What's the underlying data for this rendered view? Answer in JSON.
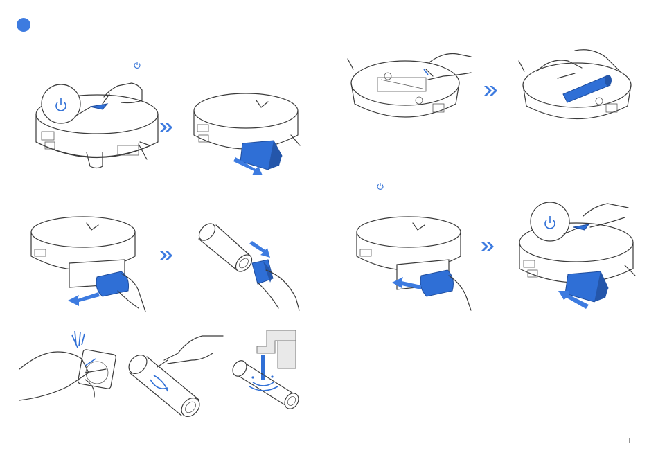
{
  "page": {
    "step_badge_color": "#3d7be0",
    "page_number": "I",
    "accent_color": "#2f6fd6"
  },
  "icons": {
    "power": "power-icon",
    "next": "double-chevron-right-icon"
  },
  "steps": [
    {
      "id": "power-off",
      "icon": "power-icon"
    },
    {
      "id": "remove-dustbin"
    },
    {
      "id": "pull-filter"
    },
    {
      "id": "remove-filter"
    },
    {
      "id": "clean-filter-brush"
    },
    {
      "id": "wipe-filter"
    },
    {
      "id": "rinse-filter"
    },
    {
      "id": "clean-roller-brush"
    },
    {
      "id": "reinstall-filter"
    },
    {
      "id": "power-on",
      "icon": "power-icon"
    }
  ]
}
